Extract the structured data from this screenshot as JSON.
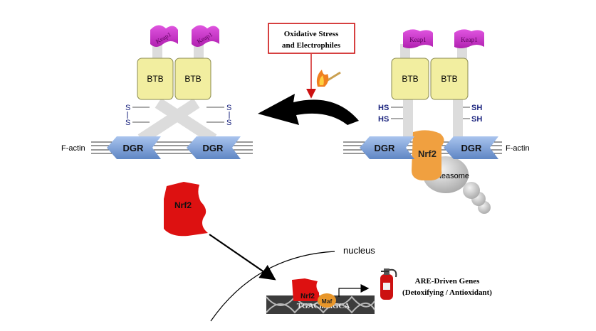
{
  "labels": {
    "keap1": "Keap1",
    "btb": "BTB",
    "s": "S",
    "hs": "HS",
    "sh": "SH",
    "dgr": "DGR",
    "f_actin": "F-actin",
    "nrf2": "Nrf2",
    "proteasome": "proteasome",
    "nucleus": "nucleus",
    "maf": "Maf",
    "are_sequence": "TGACnnnGCA"
  },
  "stress_box": {
    "line1": "Oxidative Stress",
    "line2": "and Electrophiles"
  },
  "genes": {
    "line1": "ARE-Driven Genes",
    "line2": "(Detoxifying / Antioxidant)"
  },
  "colors": {
    "keap1": "#cc33cc",
    "btb_fill": "#f2eea0",
    "dgr": "#7aa0d8",
    "nrf2_red": "#dd1111",
    "nrf2_orange": "#f0a040",
    "maf": "#e8962a",
    "proteasome": "#c8c8c8",
    "stress_border": "#cc1111",
    "thiol_text": "#1a237e"
  }
}
